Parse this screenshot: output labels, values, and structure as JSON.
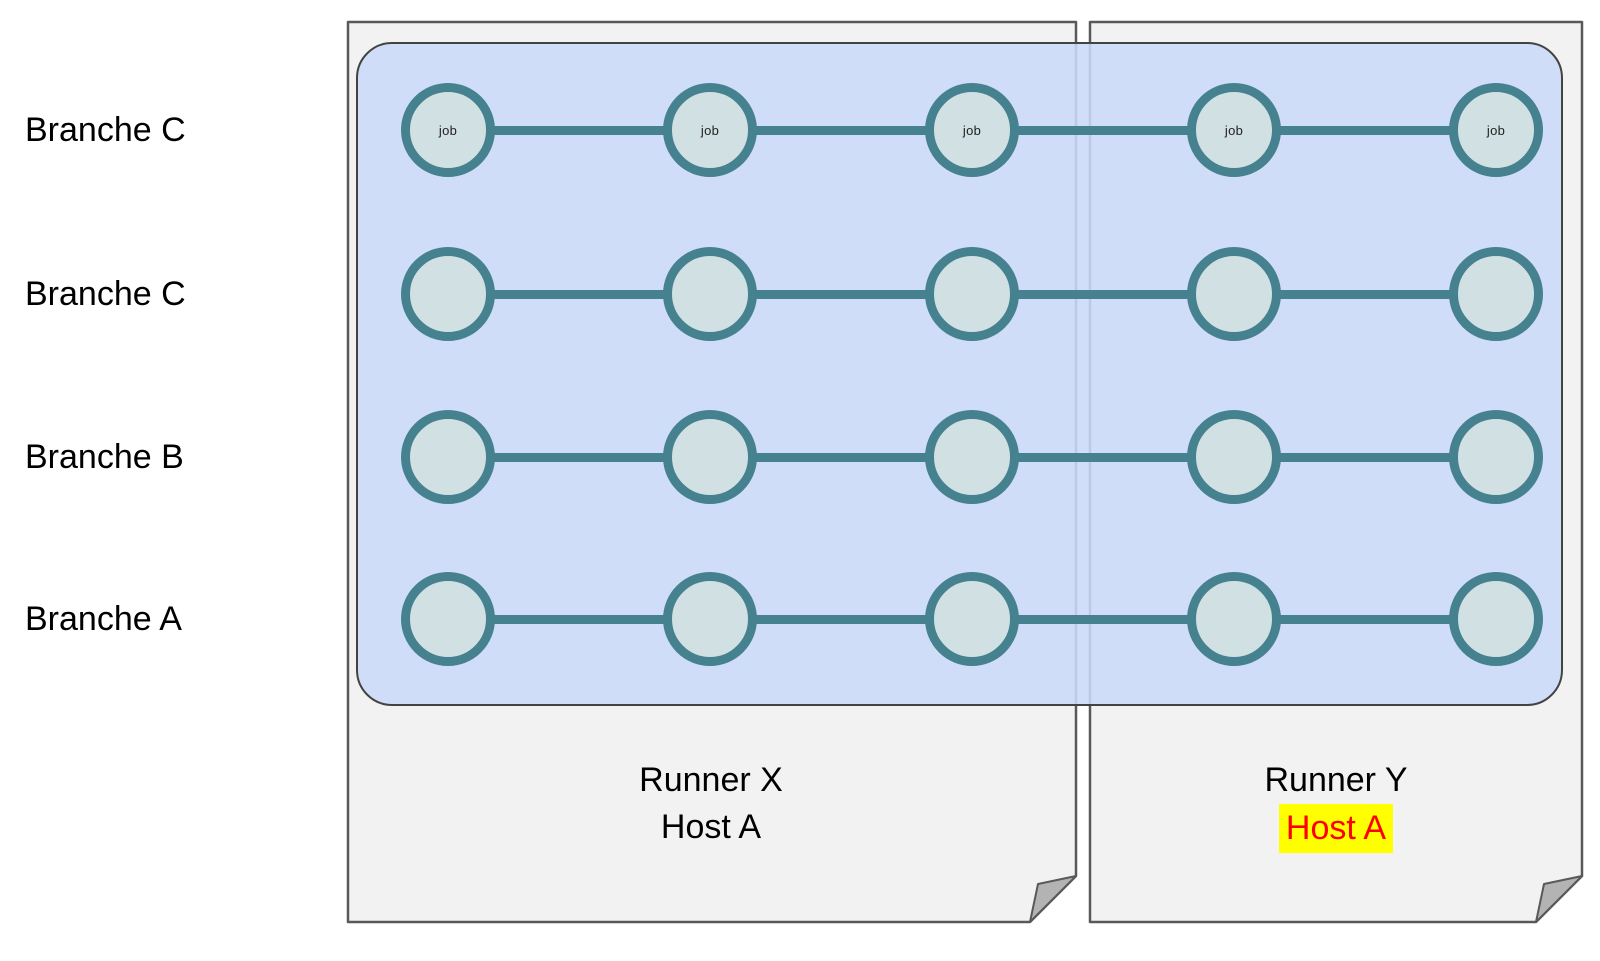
{
  "diagram": {
    "branches": [
      {
        "label": "Branche C"
      },
      {
        "label": "Branche C"
      },
      {
        "label": "Branche B"
      },
      {
        "label": "Branche A"
      }
    ],
    "job_labels": [
      "job",
      "job",
      "job",
      "job",
      "job"
    ],
    "runners": [
      {
        "name": "Runner X",
        "host": "Host A",
        "host_highlighted": false
      },
      {
        "name": "Runner Y",
        "host": "Host A",
        "host_highlighted": true
      }
    ]
  },
  "colors": {
    "node_stroke": "#45818e",
    "node_fill": "#d0e0e3",
    "edge": "#45818e",
    "lane_fill": "rgba(201,218,248,0.88)",
    "lane_border": "#434343",
    "panel_fill": "#f2f2f2",
    "panel_border": "#595959",
    "fold_fill": "#b3b3b3",
    "label_color": "#000000",
    "highlight_bg": "#ffff00",
    "highlight_text": "#ff0000"
  }
}
